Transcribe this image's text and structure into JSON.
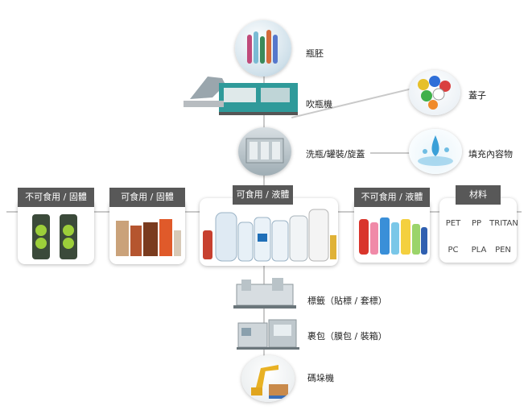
{
  "steps": {
    "preform": "瓶胚",
    "blow_molding": "吹瓶機",
    "wash_fill_cap": "洗瓶/罐裝/旋蓋",
    "labeling": "標籤（貼標 / 套標）",
    "wrapping": "裹包（膜包 / 裝箱）",
    "palletizer": "碼垛機"
  },
  "side_items": {
    "caps": "蓋子",
    "filling_contents": "填充內容物"
  },
  "categories": [
    {
      "label": "不可食用 / 固體"
    },
    {
      "label": "可食用 / 固體"
    },
    {
      "label": "可食用 / 液體"
    },
    {
      "label": "不可食用 / 液體"
    }
  ],
  "materials": {
    "title": "材料",
    "items": [
      "PET",
      "PP",
      "TRITAN",
      "PC",
      "PLA",
      "PEN"
    ]
  }
}
